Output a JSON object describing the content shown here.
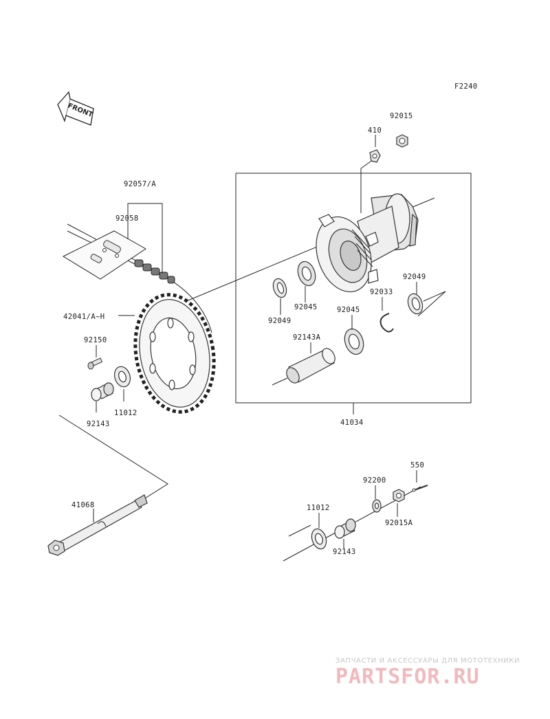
{
  "diagram": {
    "code": "F2240",
    "front_arrow_text": "FRONT",
    "labels": {
      "p92015": "92015",
      "p410": "410",
      "p92057": "92057/A",
      "p92058": "92058",
      "p42041": "42041/A~H",
      "p92150": "92150",
      "p92143_left": "92143",
      "p11012_left": "11012",
      "p92049_right": "92049",
      "p92045_upper": "92045",
      "p92049_left": "92049",
      "p92033": "92033",
      "p92045_lower": "92045",
      "p92143A": "92143A",
      "p41034": "41034",
      "p550": "550",
      "p92200": "92200",
      "p11012_right": "11012",
      "p92015A": "92015A",
      "p92143_right": "92143",
      "p41068": "41068"
    }
  },
  "watermark": {
    "tagline": "ЗАПЧАСТИ И АКСЕССУАРЫ ДЛЯ МОТОТЕХНИКИ",
    "logo": "PARTSFOR.RU"
  }
}
